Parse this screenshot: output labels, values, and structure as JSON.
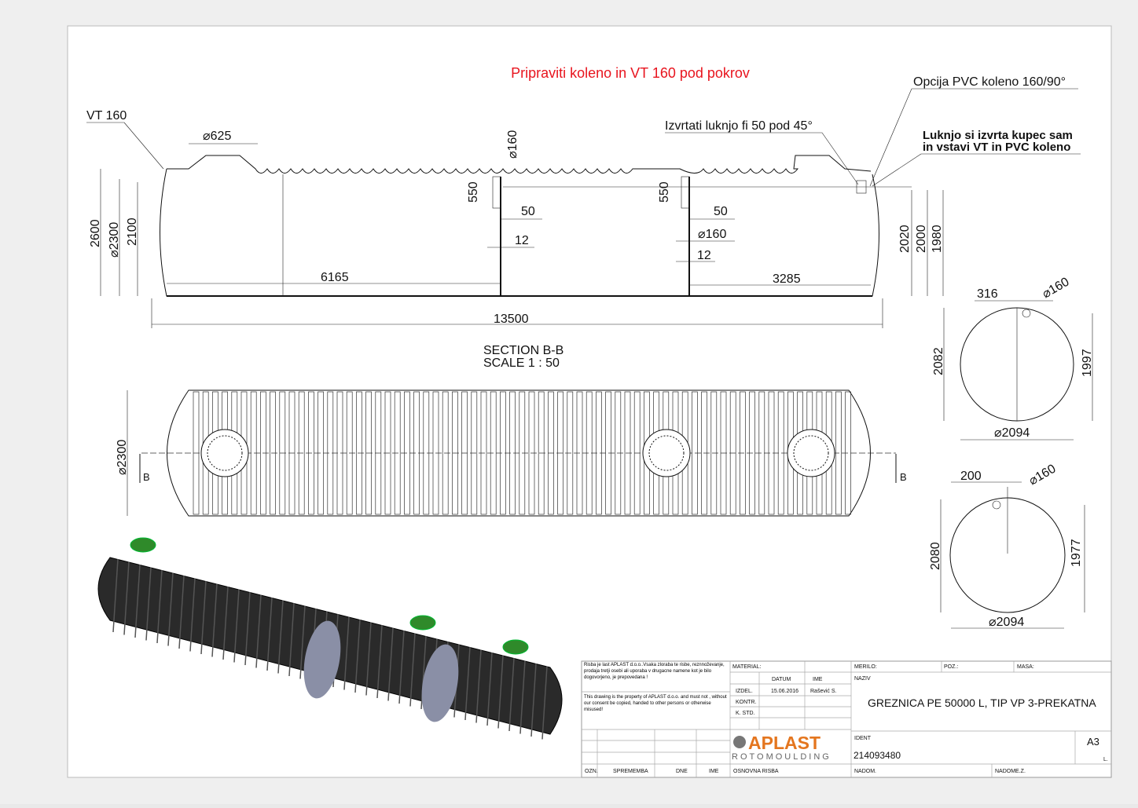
{
  "notes": {
    "red_note": "Pripraviti koleno in VT 160 pod pokrov",
    "option_pvc": "Opcija PVC koleno 160/90°",
    "customer_note_1": "Luknjo si izvrta kupec sam",
    "customer_note_2": "in vstavi VT in PVC koleno",
    "drill_note": "Izvrtati luknjo fi 50 pod 45°",
    "vt160": "VT 160"
  },
  "section": {
    "title": "SECTION B-B",
    "scale": "SCALE 1 : 50",
    "dims": {
      "d625": "625",
      "d160_top": "160",
      "h2600": "2600",
      "d2300": "2300",
      "h2100": "2100",
      "h550a": "550",
      "w50a": "50",
      "w12a": "12",
      "h550b": "550",
      "w50b": "50",
      "d160b": "160",
      "w12b": "12",
      "l6165": "6165",
      "l3285": "3285",
      "l13500": "13500",
      "h2020": "2020",
      "h2000": "2000",
      "h1980": "1980"
    }
  },
  "plan": {
    "d2300": "2300",
    "marker_left": "B",
    "marker_right": "B"
  },
  "end_views": [
    {
      "offset": "316",
      "pipe": "160",
      "height": "2082",
      "inner": "1997",
      "diameter": "2094"
    },
    {
      "offset": "200",
      "pipe": "160",
      "height": "2080",
      "inner": "1977",
      "diameter": "2094"
    }
  ],
  "diameter_symbol": "⌀",
  "title_block": {
    "legal_si": "Risba je last APLAST d.o.o..Vsaka zloraba te risbe, reznnoževanje, prodaja tretji osebi ali uporaba v drugacne namene kot je bilo dogovorjeno, je prepovedana !",
    "legal_en": "This drawing is the property of APLAST d.o.o. and must not , without our consent be copied, handed to other persons or otherwise misused!",
    "material": "MATERIAL:",
    "datum": "DATUM",
    "ime": "IME",
    "izdel": "IZDEL.",
    "date": "15.06.2016",
    "author": "Rašević S.",
    "kontr": "KONTR.",
    "kstd": "K. STD.",
    "merilo": "MERILO:",
    "poz": "POZ.:",
    "masa": "MASA:",
    "naziv": "NAZIV",
    "name": "GREZNICA  PE 50000 L, TIP VP  3-PREKATNA",
    "ident_label": "IDENT",
    "ident": "214093480",
    "format": "A3",
    "list": "L.",
    "ozn": "OZN.",
    "sprememba": "SPREMEMBA",
    "dne": "DNE",
    "ime2": "IME",
    "osnovna": "OSNOVNA RISBA",
    "nadom": "NADOM.",
    "nadomez": "NADOME.Z.",
    "logo_main": "APLAST",
    "logo_sub": "ROTOMOULDING"
  },
  "colors": {
    "red_note": "#e8141e",
    "logo_orange": "#e4761f",
    "cap_green": "#2f8a2a",
    "window": "#8a8fa6"
  }
}
